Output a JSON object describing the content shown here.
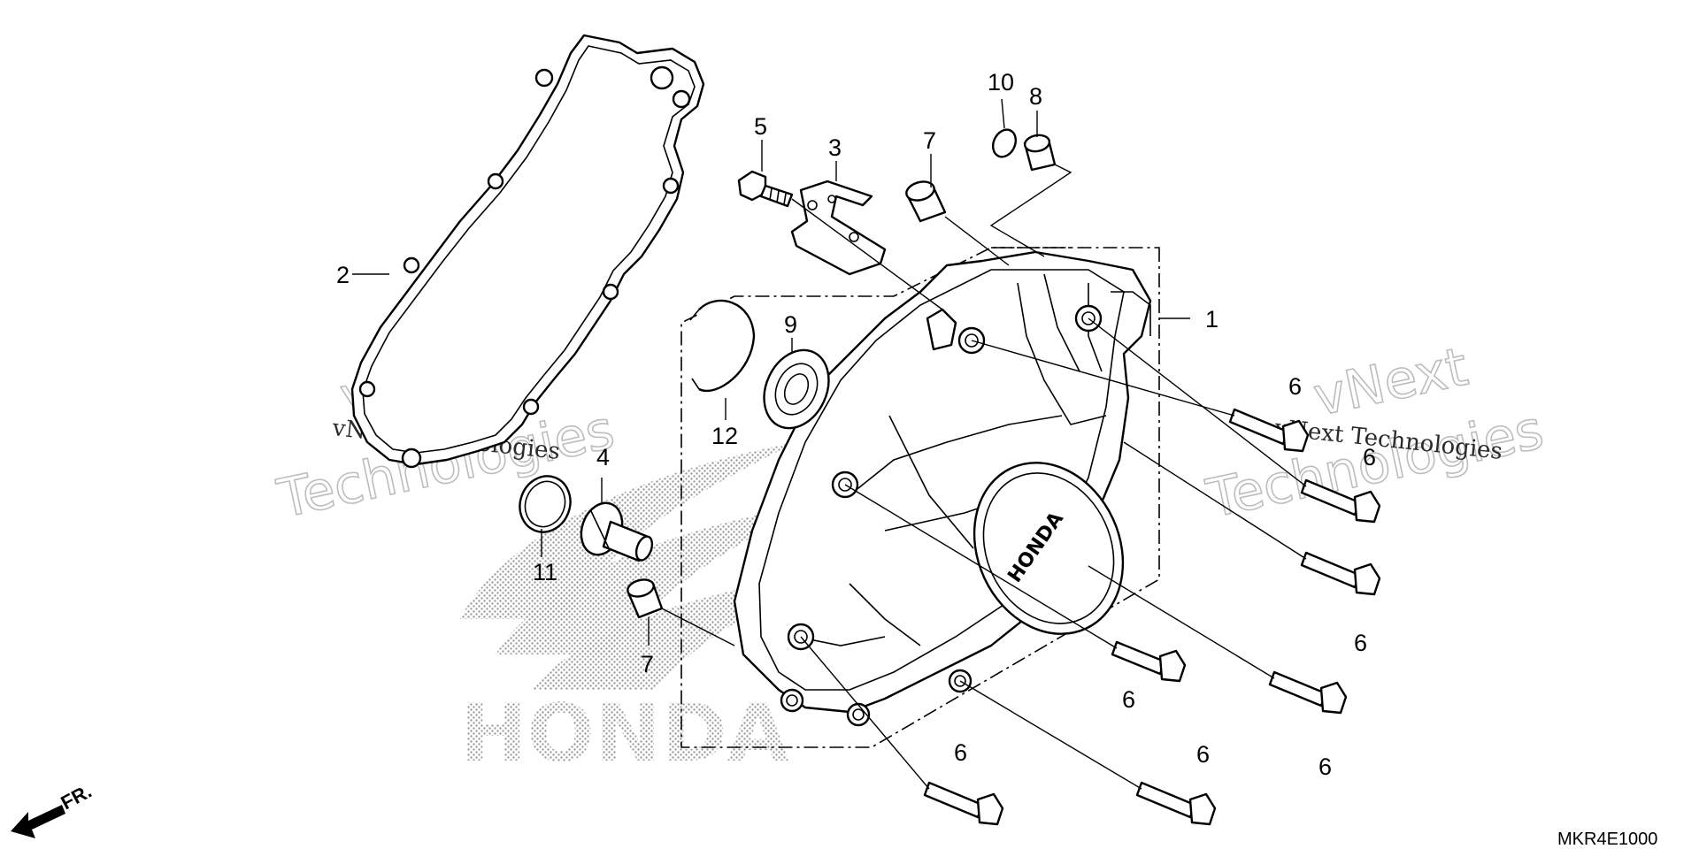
{
  "diagram": {
    "callouts": [
      "1",
      "2",
      "3",
      "4",
      "5",
      "6",
      "7",
      "8",
      "9",
      "10",
      "11",
      "12"
    ],
    "direction_label": "FR.",
    "diagram_code": "MKR4E1000",
    "cover_logo": "HONDA",
    "background_mark": "HONDA",
    "watermark": {
      "line1": "vNext",
      "line2": "Technologies",
      "small": "vNext Technologies"
    }
  }
}
